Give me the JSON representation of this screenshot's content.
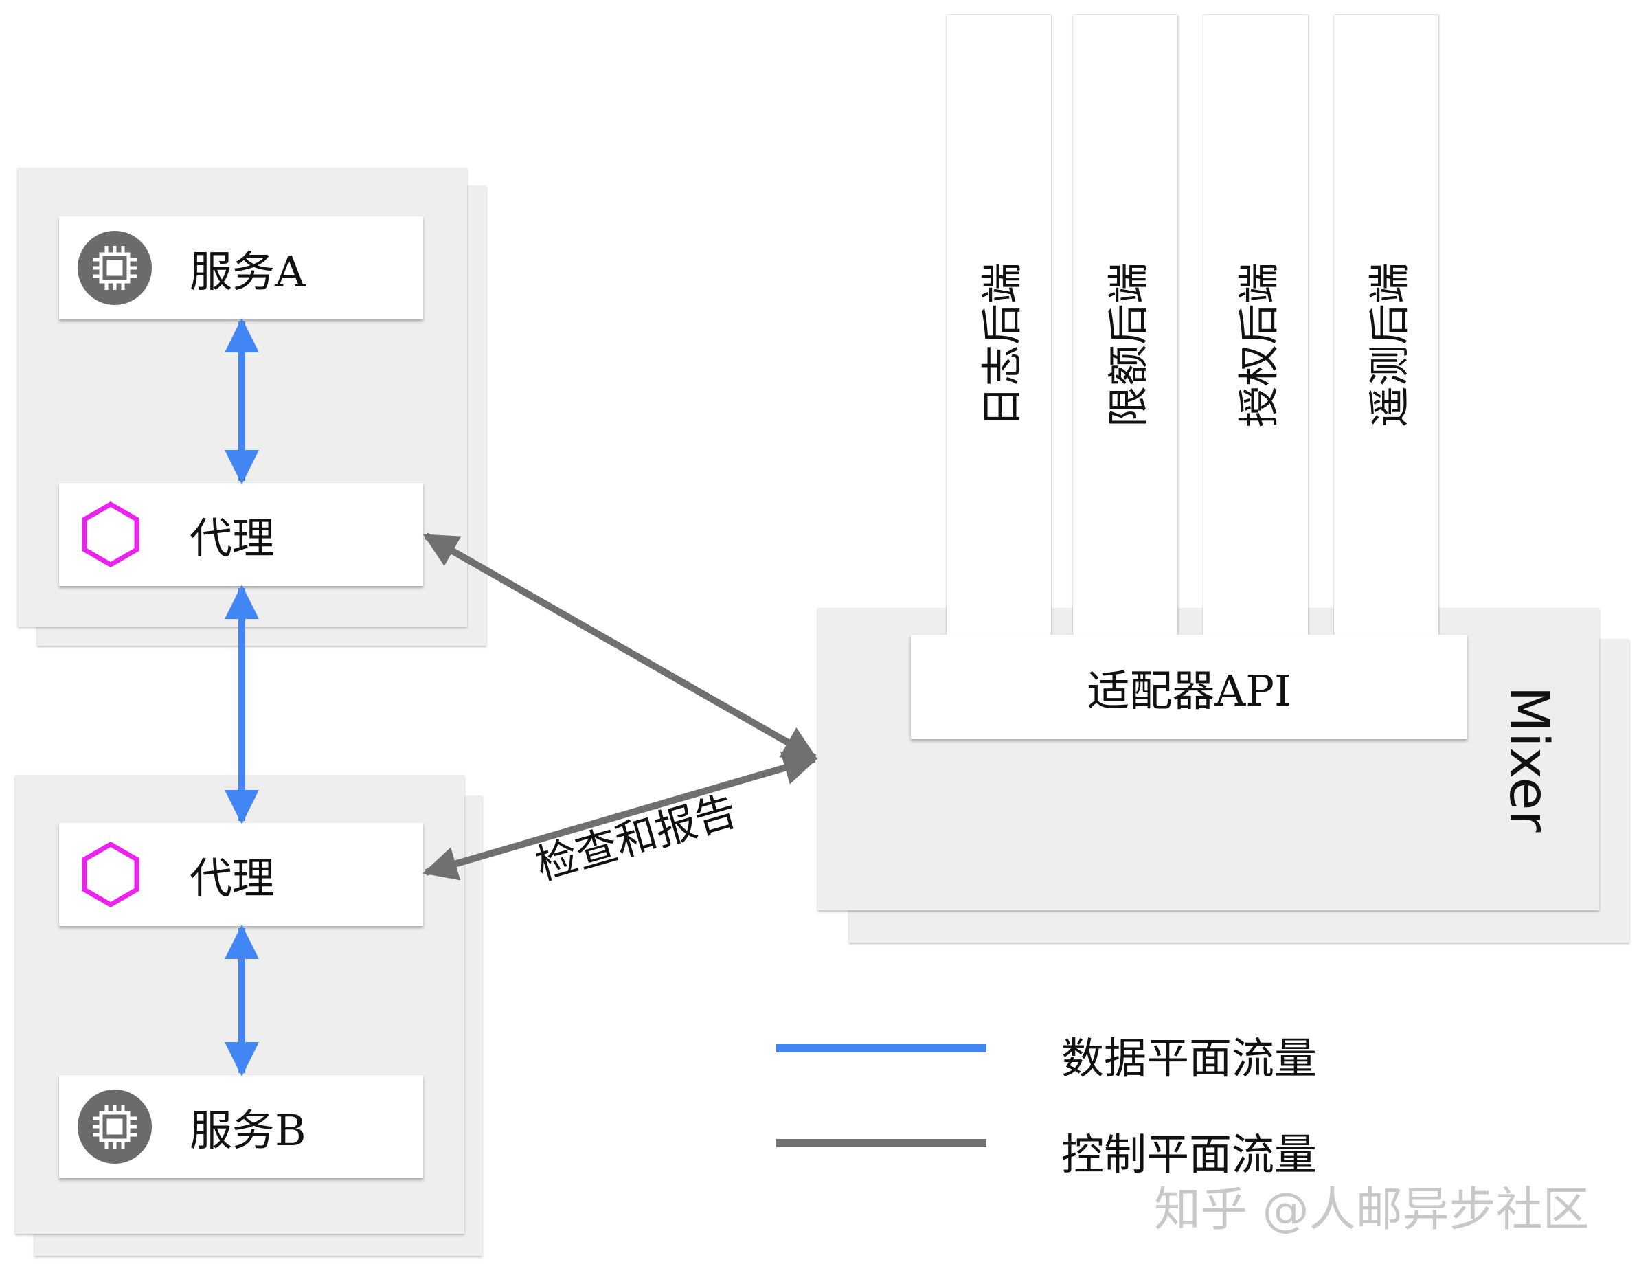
{
  "service_a": {
    "label": "服务A"
  },
  "proxy_a": {
    "label": "代理"
  },
  "proxy_b": {
    "label": "代理"
  },
  "service_b": {
    "label": "服务B"
  },
  "mixer": {
    "label": "Mixer",
    "adapter_label": "适配器API",
    "backends": [
      "日志后端",
      "限额后端",
      "授权后端",
      "遥测后端"
    ]
  },
  "edges": {
    "check_report_label": "检查和报告"
  },
  "legend": [
    {
      "label": "数据平面流量",
      "color": "#4285f4"
    },
    {
      "label": "控制平面流量",
      "color": "#707070"
    }
  ],
  "colors": {
    "data_plane": "#4285f4",
    "control_plane": "#707070",
    "proxy_hex": "#ee22ee",
    "chip": "#6b6b6b",
    "panel": "#eeeeee"
  },
  "watermark": "知乎 @人邮异步社区"
}
